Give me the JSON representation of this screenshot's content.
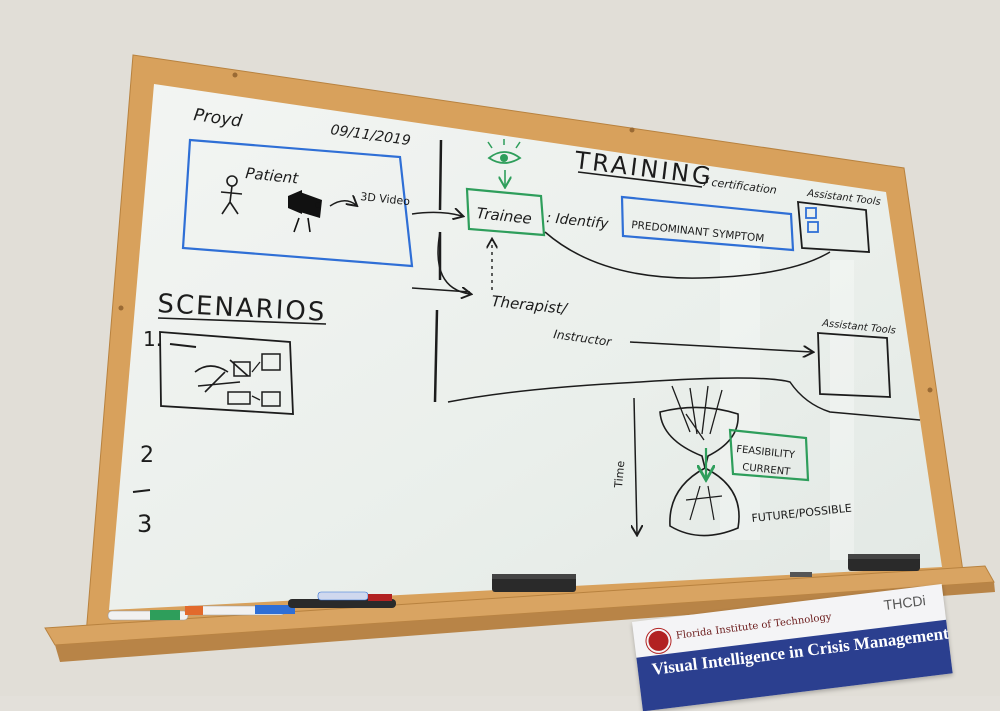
{
  "board": {
    "author": "Proyd",
    "date": "09/11/2019",
    "training_title": "TRAINING",
    "certification": "/ certification",
    "assistant_tools_top": "Assistant Tools",
    "patient_label": "Patient",
    "video_label": "3D Video",
    "trainee": "Trainee",
    "identify": ": Identify",
    "symptom": "PREDOMINANT SYMPTOM",
    "therapist": "Therapist/",
    "instructor": "Instructor",
    "assistant_tools_mid": "Assistant Tools",
    "scenarios_title": "SCENARIOS",
    "num1": "1.",
    "num2": "2",
    "num3": "3",
    "time_label": "Time",
    "feasibility": "FEASIBILITY",
    "current": "CURRENT",
    "future": "FUTURE/POSSIBLE"
  },
  "poster": {
    "institution": "Florida Institute of Technology",
    "org": "THCDi",
    "title": "Visual Intelligence in Crisis Management"
  },
  "colors": {
    "frame_wood": "#d8a15c",
    "whiteboard": "#eef1ee",
    "ink_black": "#1c1c1c",
    "ink_blue": "#2f6fd6",
    "ink_green": "#2e9e5b"
  }
}
